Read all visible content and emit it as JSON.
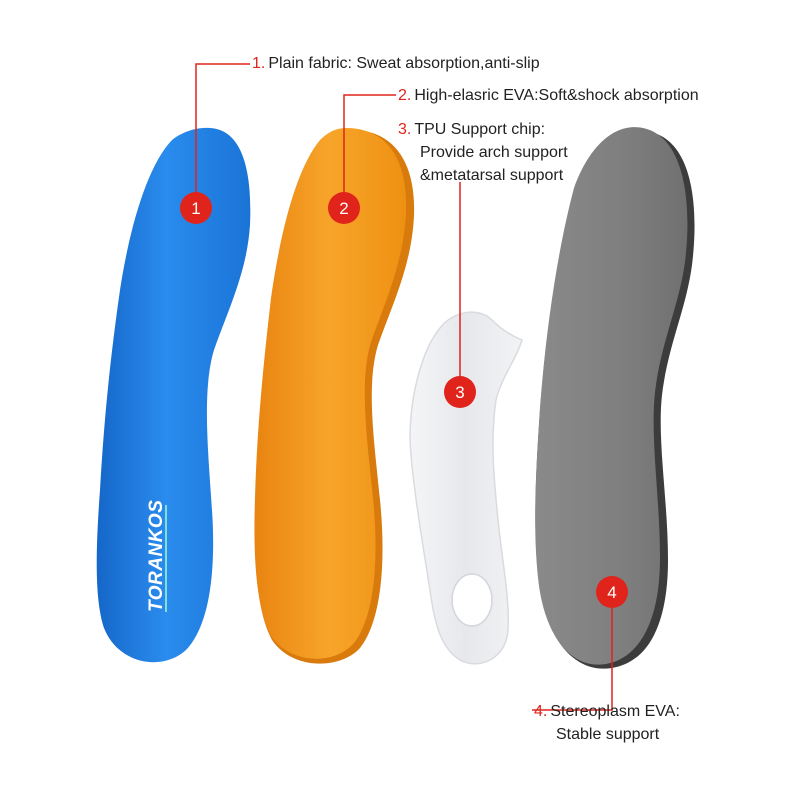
{
  "brand_text": "TORANKOS",
  "colors": {
    "accent_red": "#e0241b",
    "blue_layer": "#1f7fe0",
    "orange_layer": "#f39a1c",
    "chip_layer": "#ecedef",
    "gray_layer": "#7f7f7f"
  },
  "callouts": [
    {
      "num": "1.",
      "lines": [
        "Plain fabric: Sweat absorption,anti-slip"
      ],
      "badge": "1"
    },
    {
      "num": "2.",
      "lines": [
        "High-elasric EVA:Soft&shock absorption"
      ],
      "badge": "2"
    },
    {
      "num": "3.",
      "lines": [
        "TPU Support chip:",
        "Provide arch support",
        "&metatarsal support"
      ],
      "badge": "3"
    },
    {
      "num": "4.",
      "lines": [
        "Stereoplasm EVA:",
        "Stable support"
      ],
      "badge": "4"
    }
  ]
}
